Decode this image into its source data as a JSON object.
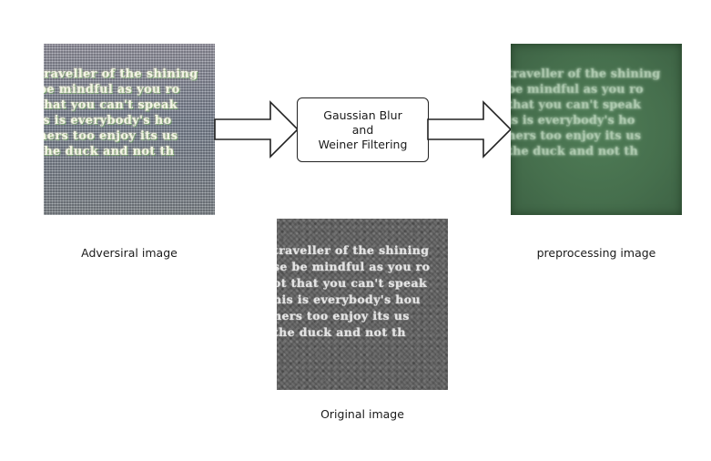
{
  "diagram": {
    "adversarial": {
      "caption": "Adversiral image",
      "image_text_lines": [
        "traveller of the shining",
        "be mindful as you ro",
        "that you can't speak",
        "is is everybody's ho",
        "hers too enjoy its us",
        "the duck and not th"
      ]
    },
    "process": {
      "lines": [
        "Gaussian Blur",
        "and",
        "Weiner Filtering"
      ]
    },
    "preprocessed": {
      "caption": "preprocessing image",
      "image_text_lines": [
        "traveller of the shining",
        "be mindful as you ro",
        "that you can't speak",
        "is is everybody's ho",
        "hers too enjoy its us",
        "the duck and not th"
      ]
    },
    "original": {
      "caption": "Original image",
      "image_text_lines": [
        "traveller of the shining",
        "se be mindful as you ro",
        "ot that you can't speak",
        "his is everybody's hou",
        "hers too enjoy its us",
        "the duck and not th"
      ]
    },
    "colors": {
      "arrow_stroke": "#222222",
      "arrow_fill": "#ffffff",
      "preprocessed_tint": "#4a7550"
    }
  }
}
